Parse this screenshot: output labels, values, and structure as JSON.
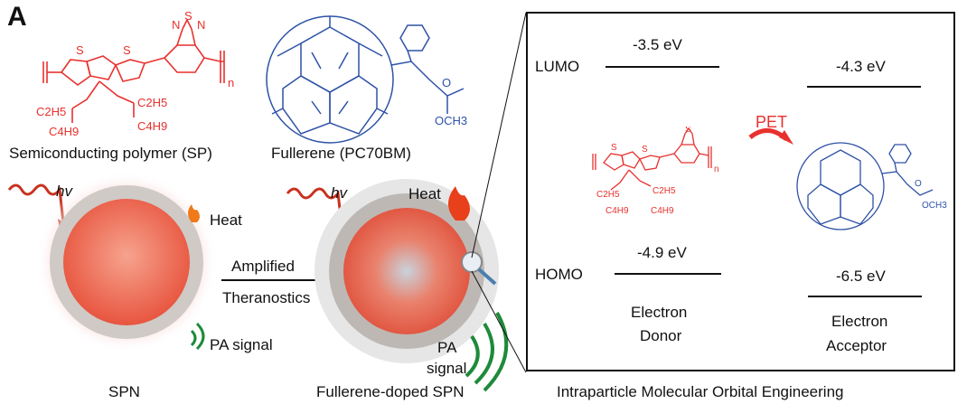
{
  "panel_letter": "A",
  "structures": {
    "sp_caption": "Semiconducting polymer (SP)",
    "fullerene_caption": "Fullerene (PC70BM)",
    "sp_atoms": {
      "s": "S",
      "n": "N",
      "n_sub": "n",
      "ethyl": "C2H5",
      "butyl": "C4H9"
    },
    "pcbm_label": "OCH3",
    "pcbm_o": "O"
  },
  "particles": {
    "hv": "hv",
    "heat": "Heat",
    "arrow_top": "Amplified",
    "arrow_bottom": "Theranostics",
    "pa_signal": "PA signal",
    "pa_line1": "PA",
    "pa_line2": "signal",
    "spn_caption": "SPN",
    "doped_caption": "Fullerene-doped SPN"
  },
  "energy": {
    "donor": {
      "lumo": "-3.5 eV",
      "homo": "-4.9 eV",
      "name_line1": "Electron",
      "name_line2": "Donor"
    },
    "acceptor": {
      "lumo": "-4.3 eV",
      "homo": "-6.5 eV",
      "name_line1": "Electron",
      "name_line2": "Acceptor"
    },
    "lumo_label": "LUMO",
    "homo_label": "HOMO",
    "pet_label": "PET",
    "caption": "Intraparticle Molecular Orbital Engineering"
  },
  "colors": {
    "polymer": "#e8312e",
    "fullerene": "#2e52a6",
    "signal": "#1e8a3a",
    "pet_arrow": "#e8312e"
  }
}
